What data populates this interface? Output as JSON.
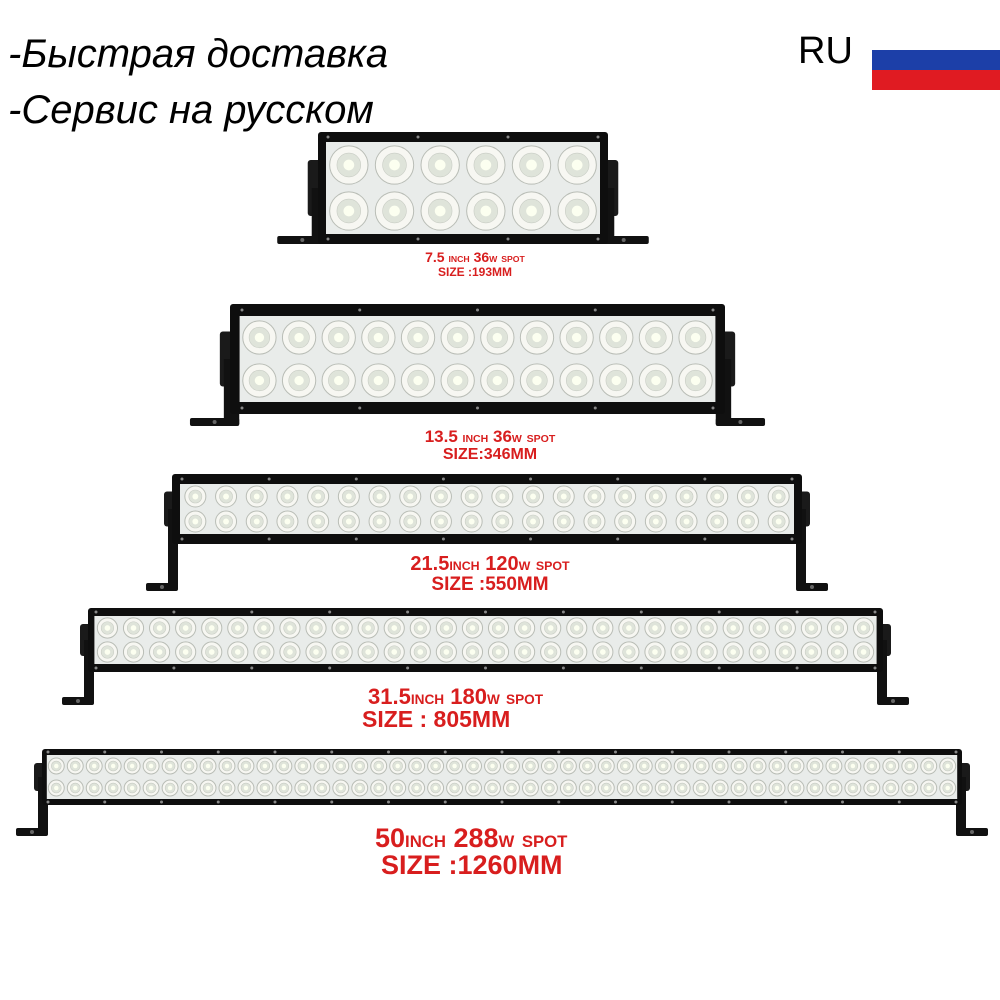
{
  "promo": {
    "line1": "-Быстрая доставка",
    "line2": "-Сервис на русском",
    "country_code": "RU",
    "flag_colors": [
      "#ffffff",
      "#1c3fa8",
      "#e01b22"
    ]
  },
  "caption_color": "#d81e1e",
  "products": [
    {
      "length": "7.5",
      "unit": "INCH",
      "watt": "36",
      "watt_unit": "W",
      "beam": "SPOT",
      "size_label": "SIZE :193MM",
      "led_cols": 6
    },
    {
      "length": "13.5",
      "unit": "INCH",
      "watt": "36",
      "watt_unit": "W",
      "beam": "SPOT",
      "size_label": "SIZE:346MM",
      "led_cols": 12
    },
    {
      "length": "21.5",
      "unit": "INCH",
      "watt": "120",
      "watt_unit": "W",
      "beam": "SPOT",
      "size_label": "SIZE :550MM",
      "led_cols": 20
    },
    {
      "length": "31.5",
      "unit": "INCH",
      "watt": "180",
      "watt_unit": "W",
      "beam": "SPOT",
      "size_label": "SIZE : 805MM",
      "led_cols": 30
    },
    {
      "length": "50",
      "unit": "INCH",
      "watt": "288",
      "watt_unit": "W",
      "beam": "SPOT",
      "size_label": "SIZE :1260MM",
      "led_cols": 48
    }
  ]
}
